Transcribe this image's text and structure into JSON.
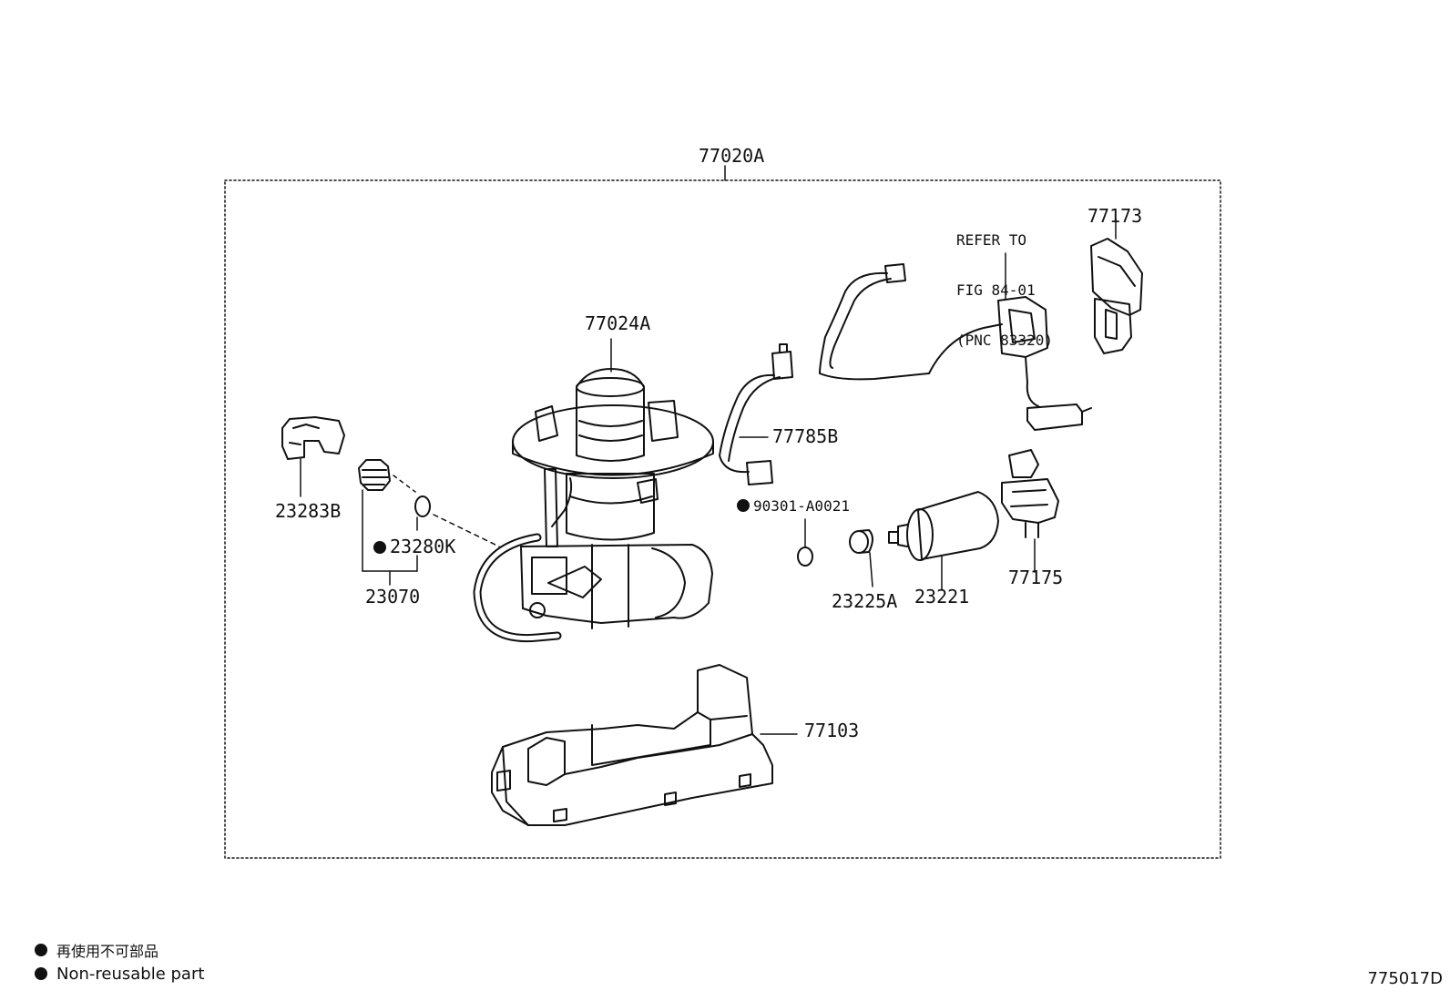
{
  "assembly_label": "77020A",
  "parts": {
    "p77024A": "77024A",
    "p23283B": "23283B",
    "p23280K": "23280K",
    "p23070": "23070",
    "p77785B": "77785B",
    "p90301": "90301-A0021",
    "p23225A": "23225A",
    "p23221": "23221",
    "p77175": "77175",
    "p77173": "77173",
    "p77103": "77103"
  },
  "refer_note": {
    "line1": "REFER TO",
    "line2": "FIG 84-01",
    "line3": "(PNC 83320)"
  },
  "legend": {
    "jp": "再使用不可部品",
    "en": "Non-reusable part"
  },
  "figure_code": "775017D",
  "colors": {
    "ink": "#111111",
    "background": "#ffffff"
  }
}
